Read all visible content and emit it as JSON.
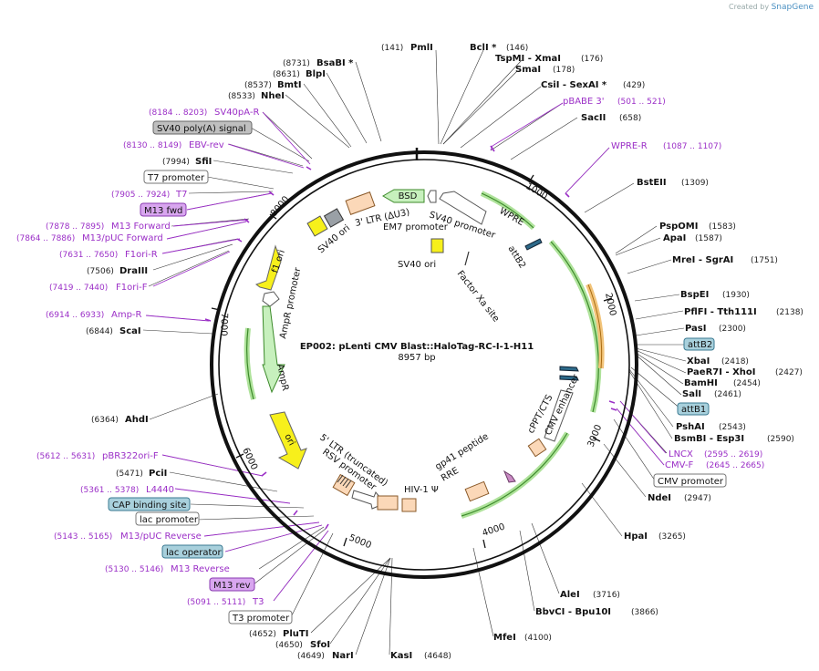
{
  "watermark": {
    "prefix": "Created by",
    "brand": "SnapGene"
  },
  "map": {
    "title": "EP002: pLenti CMV Blast::HaloTag-RC-I-1-H11",
    "length": "8957 bp",
    "ticks": [
      "1000",
      "2000",
      "3000",
      "4000",
      "5000",
      "6000",
      "7000",
      "8000"
    ]
  },
  "labels": [
    {
      "name": "PmlI",
      "num": "(141)"
    },
    {
      "name": "BclI *",
      "num": "(146)"
    },
    {
      "name": "TspMI - XmaI",
      "num": "(176)"
    },
    {
      "name": "SmaI",
      "num": "(178)"
    },
    {
      "name": "CsiI - SexAI *",
      "num": "(429)"
    },
    {
      "name": "pBABE 3'",
      "num": "(501 .. 521)"
    },
    {
      "name": "SacII",
      "num": "(658)"
    },
    {
      "name": "WPRE-R",
      "num": "(1087 .. 1107)"
    },
    {
      "name": "BstEII",
      "num": "(1309)"
    },
    {
      "name": "PspOMI",
      "num": "(1583)"
    },
    {
      "name": "ApaI",
      "num": "(1587)"
    },
    {
      "name": "MreI - SgrAI",
      "num": "(1751)"
    },
    {
      "name": "BspEI",
      "num": "(1930)"
    },
    {
      "name": "PflFI - Tth111I",
      "num": "(2138)"
    },
    {
      "name": "PasI",
      "num": "(2300)"
    },
    {
      "name": "attB2",
      "num": ""
    },
    {
      "name": "XbaI",
      "num": "(2418)"
    },
    {
      "name": "PaeR7I - XhoI",
      "num": "(2427)"
    },
    {
      "name": "BamHI",
      "num": "(2454)"
    },
    {
      "name": "SalI",
      "num": "(2461)"
    },
    {
      "name": "attB1",
      "num": ""
    },
    {
      "name": "PshAI",
      "num": "(2543)"
    },
    {
      "name": "BsmBI - Esp3I",
      "num": "(2590)"
    },
    {
      "name": "LNCX",
      "num": "(2595 .. 2619)"
    },
    {
      "name": "CMV-F",
      "num": "(2645 .. 2665)"
    },
    {
      "name": "CMV promoter",
      "num": ""
    },
    {
      "name": "NdeI",
      "num": "(2947)"
    },
    {
      "name": "HpaI",
      "num": "(3265)"
    },
    {
      "name": "AleI",
      "num": "(3716)"
    },
    {
      "name": "BbvCI - Bpu10I",
      "num": "(3866)"
    },
    {
      "name": "MfeI",
      "num": "(4100)"
    },
    {
      "name": "KasI",
      "num": "(4648)"
    },
    {
      "name": "NarI",
      "num": "(4649)"
    },
    {
      "name": "SfoI",
      "num": "(4650)"
    },
    {
      "name": "PluTI",
      "num": "(4652)"
    },
    {
      "name": "T3 promoter",
      "num": ""
    },
    {
      "name": "T3",
      "num": "(5091 .. 5111)"
    },
    {
      "name": "M13 rev",
      "num": ""
    },
    {
      "name": "M13 Reverse",
      "num": "(5130 .. 5146)"
    },
    {
      "name": "lac operator",
      "num": ""
    },
    {
      "name": "M13/pUC Reverse",
      "num": "(5143 .. 5165)"
    },
    {
      "name": "lac promoter",
      "num": ""
    },
    {
      "name": "CAP binding site",
      "num": ""
    },
    {
      "name": "L4440",
      "num": "(5361 .. 5378)"
    },
    {
      "name": "PciI",
      "num": "(5471)"
    },
    {
      "name": "pBR322ori-F",
      "num": "(5612 .. 5631)"
    },
    {
      "name": "AhdI",
      "num": "(6364)"
    },
    {
      "name": "ScaI",
      "num": "(6844)"
    },
    {
      "name": "Amp-R",
      "num": "(6914 .. 6933)"
    },
    {
      "name": "F1ori-F",
      "num": "(7419 .. 7440)"
    },
    {
      "name": "DraIII",
      "num": "(7506)"
    },
    {
      "name": "F1ori-R",
      "num": "(7631 .. 7650)"
    },
    {
      "name": "M13/pUC Forward",
      "num": "(7864 .. 7886)"
    },
    {
      "name": "M13 Forward",
      "num": "(7878 .. 7895)"
    },
    {
      "name": "M13 fwd",
      "num": ""
    },
    {
      "name": "T7",
      "num": "(7905 .. 7924)"
    },
    {
      "name": "T7 promoter",
      "num": ""
    },
    {
      "name": "SfiI",
      "num": "(7994)"
    },
    {
      "name": "EBV-rev",
      "num": "(8130 .. 8149)"
    },
    {
      "name": "SV40 poly(A) signal",
      "num": ""
    },
    {
      "name": "SV40pA-R",
      "num": "(8184 .. 8203)"
    },
    {
      "name": "NheI",
      "num": "(8533)"
    },
    {
      "name": "BmtI",
      "num": "(8537)"
    },
    {
      "name": "BlpI",
      "num": "(8631)"
    },
    {
      "name": "BsaBI *",
      "num": "(8731)"
    }
  ],
  "features": {
    "bsd": "BSD",
    "sv40_promoter": "SV40 promoter",
    "em7_promoter": "EM7 promoter",
    "ltr3": "3' LTR (ΔU3)",
    "sv40_ori": "SV40 ori",
    "sv40_ori_inner": "SV40 ori",
    "factor_xa": "Factor Xa site",
    "wpre": "WPRE",
    "attb2": "attB2",
    "f1_ori": "f1 ori",
    "ampr_promoter": "AmpR promoter",
    "ampr": "AmpR",
    "ori": "ori",
    "ltr5": "5' LTR (truncated)",
    "rsv_promoter": "RSV promoter",
    "hiv1_psi": "HIV-1 Ψ",
    "rre": "RRE",
    "gp41": "gp41 peptide",
    "cppt": "cPPT/CTS",
    "cmv_enhancer": "CMV enhancer"
  },
  "colors": {
    "enzyme": "#111111",
    "primer": "#9b2fc7",
    "feature_box": "#a8d0dc",
    "misc_box": "#bfbfbf",
    "primer_box": "#d8a6ef",
    "ring": "#000000"
  }
}
